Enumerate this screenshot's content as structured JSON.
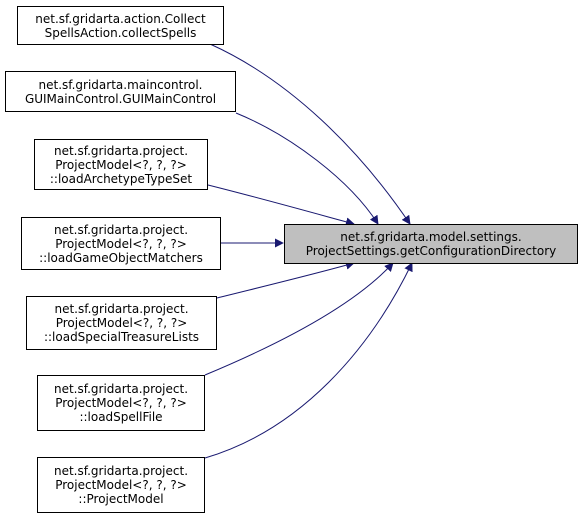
{
  "colors": {
    "edge": "#191970",
    "target_fill": "#bfbfbf",
    "node_fill": "#ffffff",
    "border": "#000000"
  },
  "target": {
    "id": "target",
    "lines": [
      "net.sf.gridarta.model.settings.",
      "ProjectSettings.getConfigurationDirectory"
    ]
  },
  "callers": [
    {
      "id": "collect-spells",
      "lines": [
        "net.sf.gridarta.action.Collect",
        "SpellsAction.collectSpells"
      ]
    },
    {
      "id": "gui-main-control",
      "lines": [
        "net.sf.gridarta.maincontrol.",
        "GUIMainControl.GUIMainControl"
      ]
    },
    {
      "id": "load-archetype-type-set",
      "lines": [
        "net.sf.gridarta.project.",
        "ProjectModel<?, ?, ?>",
        "::loadArchetypeTypeSet"
      ]
    },
    {
      "id": "load-game-object-matchers",
      "lines": [
        "net.sf.gridarta.project.",
        "ProjectModel<?, ?, ?>",
        "::loadGameObjectMatchers"
      ]
    },
    {
      "id": "load-special-treasure-lists",
      "lines": [
        "net.sf.gridarta.project.",
        "ProjectModel<?, ?, ?>",
        "::loadSpecialTreasureLists"
      ]
    },
    {
      "id": "load-spell-file",
      "lines": [
        "net.sf.gridarta.project.",
        "ProjectModel<?, ?, ?>",
        "::loadSpellFile"
      ]
    },
    {
      "id": "project-model",
      "lines": [
        "net.sf.gridarta.project.",
        "ProjectModel<?, ?, ?>",
        "::ProjectModel"
      ]
    }
  ]
}
